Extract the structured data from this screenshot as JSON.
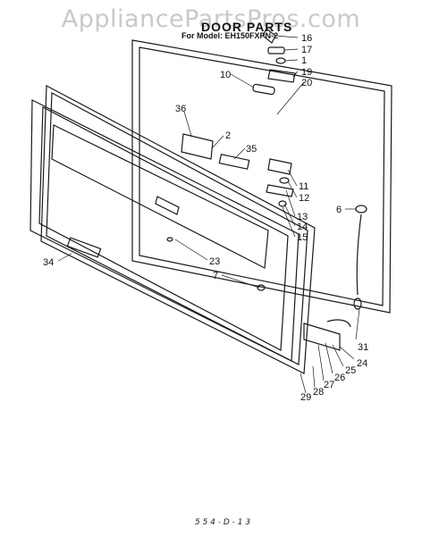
{
  "watermark": "AppliancePartsPros.com",
  "header": {
    "title": "DOOR PARTS",
    "model_line": "For Model: EH150FXPN-2"
  },
  "footer_code": "5 5 4 - D - 1 3",
  "callouts": [
    {
      "label": "16"
    },
    {
      "label": "17"
    },
    {
      "label": "1"
    },
    {
      "label": "19"
    },
    {
      "label": "20"
    },
    {
      "label": "10"
    },
    {
      "label": "36"
    },
    {
      "label": "2"
    },
    {
      "label": "35"
    },
    {
      "label": "11"
    },
    {
      "label": "12"
    },
    {
      "label": "6"
    },
    {
      "label": "13"
    },
    {
      "label": "14"
    },
    {
      "label": "15"
    },
    {
      "label": "23"
    },
    {
      "label": "34"
    },
    {
      "label": "7"
    },
    {
      "label": "31"
    },
    {
      "label": "24"
    },
    {
      "label": "25"
    },
    {
      "label": "26"
    },
    {
      "label": "27"
    },
    {
      "label": "28"
    },
    {
      "label": "29"
    }
  ]
}
